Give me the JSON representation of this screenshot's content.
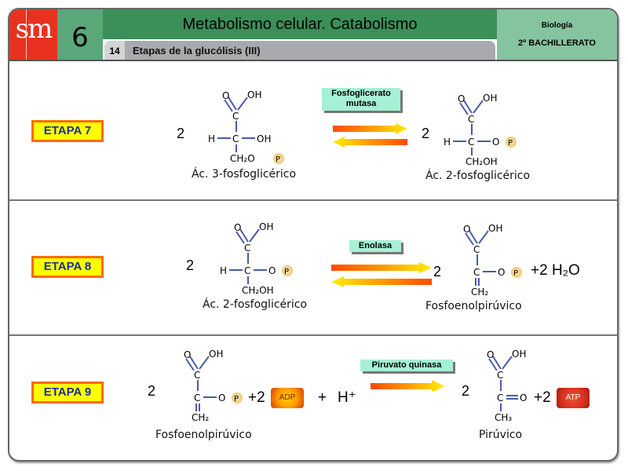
{
  "header": {
    "logo": "sm",
    "chapter_number": "6",
    "title": "Metabolismo celular. Catabolismo",
    "section_number": "14",
    "section_title": "Etapas de la glucólisis (III)",
    "subject": "Biología",
    "level": "2º BACHILLERATO"
  },
  "stages": [
    {
      "label": "ETAPA 7",
      "enzyme": [
        "Fosfoglicerato",
        "mutasa"
      ],
      "reversible": true,
      "reactant": {
        "coef": "2",
        "name": "Ác. 3-fosfoglicérico",
        "atoms": {
          "o": "O",
          "oh": "OH",
          "c1": "C",
          "h": "H",
          "c2": "C",
          "sub": "OH",
          "bottom": "CH₂O",
          "p": "P"
        }
      },
      "product": {
        "coef": "2",
        "name": "Ác. 2-fosfoglicérico",
        "atoms": {
          "o": "O",
          "oh": "OH",
          "c1": "C",
          "h": "H",
          "c2": "C",
          "sub": "O",
          "p": "P",
          "bottom": "CH₂OH"
        }
      }
    },
    {
      "label": "ETAPA 8",
      "enzyme": [
        "Enolasa"
      ],
      "reversible": true,
      "reactant": {
        "coef": "2",
        "name": "Ác. 2-fosfoglicérico",
        "atoms": {
          "o": "O",
          "oh": "OH",
          "c1": "C",
          "h": "H",
          "c2": "C",
          "sub": "O",
          "p": "P",
          "bottom": "CH₂OH"
        }
      },
      "product": {
        "coef": "2",
        "name": "Fosfoenolpirúvico",
        "atoms": {
          "o": "O",
          "oh": "OH",
          "c1": "C",
          "c2": "C",
          "sub": "O",
          "p": "P",
          "bottom": "CH₂"
        }
      },
      "extra_product": "+2 H₂O"
    },
    {
      "label": "ETAPA 9",
      "enzyme": [
        "Piruvato quinasa"
      ],
      "reversible": false,
      "reactant": {
        "coef": "2",
        "name": "Fosfoenolpirúvico",
        "atoms": {
          "o": "O",
          "oh": "OH",
          "c1": "C",
          "c2": "C",
          "sub": "O",
          "p": "P",
          "bottom": "CH₂"
        }
      },
      "reactant_extra": {
        "plus_coef": "+2",
        "nucleotide": "ADP",
        "plus_h": "+",
        "proton": "H⁺"
      },
      "product": {
        "coef": "2",
        "name": "Pirúvico",
        "atoms": {
          "o": "O",
          "oh": "OH",
          "c1": "C",
          "c2": "C",
          "sub": "O",
          "bottom": "CH₃"
        }
      },
      "product_extra": {
        "plus_coef": "+2",
        "nucleotide": "ATP"
      }
    }
  ],
  "colors": {
    "logo_red": "#e8321f",
    "header_green": "#3b8f58",
    "subject_green": "#86c4a0",
    "etapa_yellow": "#ffff00",
    "etapa_border": "#ff6a00",
    "etapa_text": "#1a2f99",
    "enzyme_bg": "#a6f0d6",
    "bond_blue": "#4a5ba8",
    "phosphate": "#f8dc9a"
  }
}
